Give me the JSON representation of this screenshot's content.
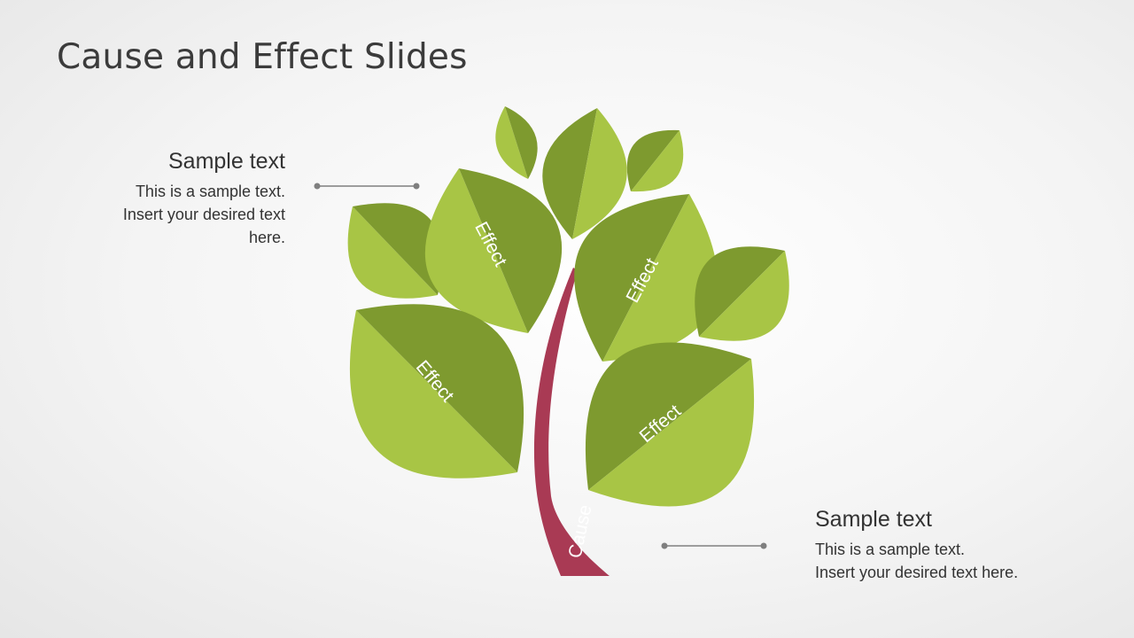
{
  "slide": {
    "title": "Cause and Effect Slides"
  },
  "callouts": [
    {
      "heading": "Sample text",
      "body_lines": [
        "This is a sample text.",
        "Insert your desired text",
        "here."
      ]
    },
    {
      "heading": "Sample text",
      "body_lines": [
        "This is a sample text.",
        "Insert your desired text here."
      ]
    }
  ],
  "diagram": {
    "trunk_label": "Cause",
    "leaf_labels": [
      "Effect",
      "Effect",
      "Effect",
      "Effect"
    ]
  },
  "colors": {
    "leaf_light": "#a8c545",
    "leaf_dark": "#7e9a2f",
    "trunk": "#a93a54",
    "connector": "#7f7f7f",
    "title": "#3b3b3b"
  }
}
